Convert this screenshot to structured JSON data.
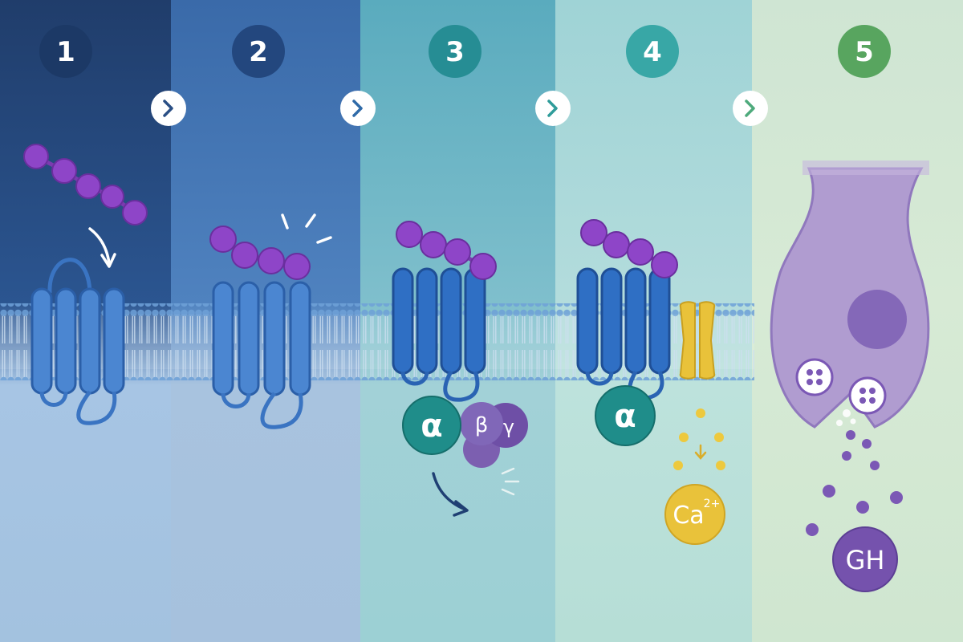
{
  "steps": [
    {
      "number": "1",
      "badge_color": "#1c3966",
      "chevron_color": "#2a4f85"
    },
    {
      "number": "2",
      "badge_color": "#23477e",
      "chevron_color": "#2f6aa8"
    },
    {
      "number": "3",
      "badge_color": "#268d94",
      "chevron_color": "#2f9c9a"
    },
    {
      "number": "4",
      "badge_color": "#38a7a6",
      "chevron_color": "#4eaa7c"
    },
    {
      "number": "5",
      "badge_color": "#58a55f"
    }
  ],
  "labels": {
    "alpha": "α",
    "beta": "β",
    "gamma": "γ",
    "alpha_free": "α",
    "calcium": "Ca",
    "calcium_charge": "2+",
    "hormone": "GH"
  },
  "colors": {
    "peptide": "#8e45c8",
    "receptor": "#3f7fcf",
    "g_alpha": "#1f8d8a",
    "g_beta_gamma": "#7c5fb0",
    "calcium_channel": "#e9c23a",
    "cell": "#b09cd0",
    "hormone_granule": "#7b58b5"
  }
}
